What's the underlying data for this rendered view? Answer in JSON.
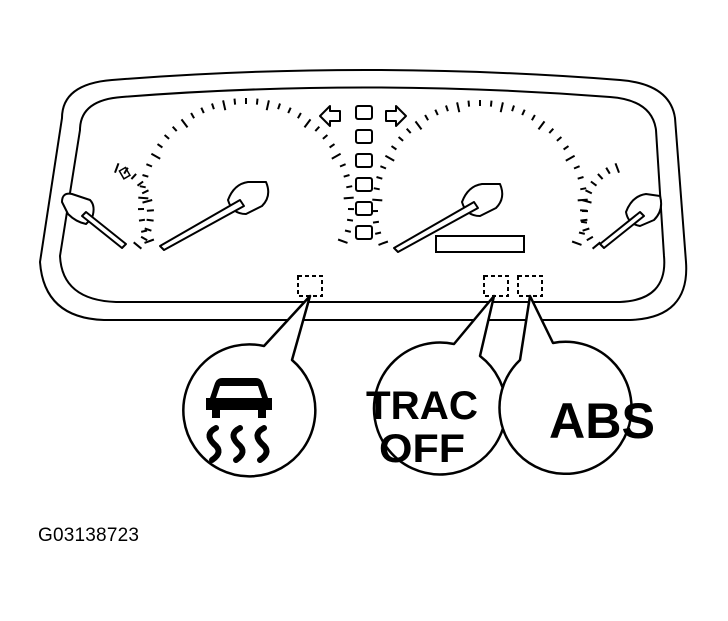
{
  "figure": {
    "id_code": "G03138723"
  },
  "callouts": {
    "trac_off_line1": "TRAC",
    "trac_off_line2": "OFF",
    "abs": "ABS"
  },
  "icons": {
    "slip_indicator": "skidding-car-icon",
    "turn_left": "turn-signal-left-arrow-icon",
    "turn_right": "turn-signal-right-arrow-icon"
  }
}
